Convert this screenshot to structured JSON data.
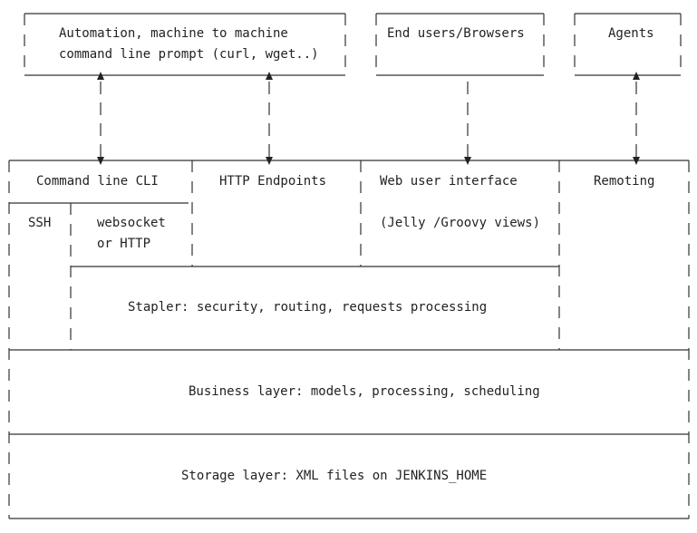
{
  "diagram": {
    "top_boxes": {
      "automation": {
        "line1": "Automation, machine to machine",
        "line2": "command line prompt (curl, wget..)"
      },
      "end_users": {
        "label": "End users/Browsers"
      },
      "agents": {
        "label": "Agents"
      }
    },
    "columns": {
      "cli": {
        "label": "Command line CLI"
      },
      "http": {
        "label": "HTTP Endpoints"
      },
      "web": {
        "label": "Web user interface",
        "sublabel": "(Jelly /Groovy views)"
      },
      "remoting": {
        "label": "Remoting"
      }
    },
    "cli_sub": {
      "ssh": {
        "label": "SSH"
      },
      "websocket": {
        "line1": "websocket",
        "line2": "or HTTP"
      }
    },
    "layers": {
      "stapler": {
        "label": "Stapler: security, routing, requests processing"
      },
      "business": {
        "label": "Business layer: models, processing, scheduling"
      },
      "storage": {
        "label": "Storage layer: XML files on JENKINS_HOME"
      }
    }
  }
}
